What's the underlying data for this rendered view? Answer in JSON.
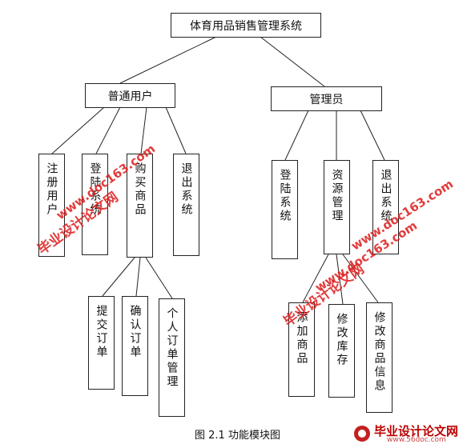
{
  "diagram": {
    "root": "体育用品销售管理系统",
    "user": {
      "label": "普通用户",
      "modules": [
        "注册用户",
        "登陆系统",
        "购买商品",
        "退出系统"
      ],
      "purchase_sub": [
        "提交订单",
        "确认订单",
        "个人订单管理"
      ]
    },
    "admin": {
      "label": "管理员",
      "modules": [
        "登陆系统",
        "资源管理",
        "退出系统"
      ],
      "resource_sub": [
        "添加商品",
        "修改库存",
        "修改商品信息"
      ]
    }
  },
  "caption": "图 2.1 功能模块图",
  "watermark": {
    "text_cn": "毕业设计论文网",
    "text_url": "www.doc163.com",
    "logo_cn": "毕业设计论文网",
    "logo_url": "www.56doc.com",
    "color": "#d62020"
  }
}
